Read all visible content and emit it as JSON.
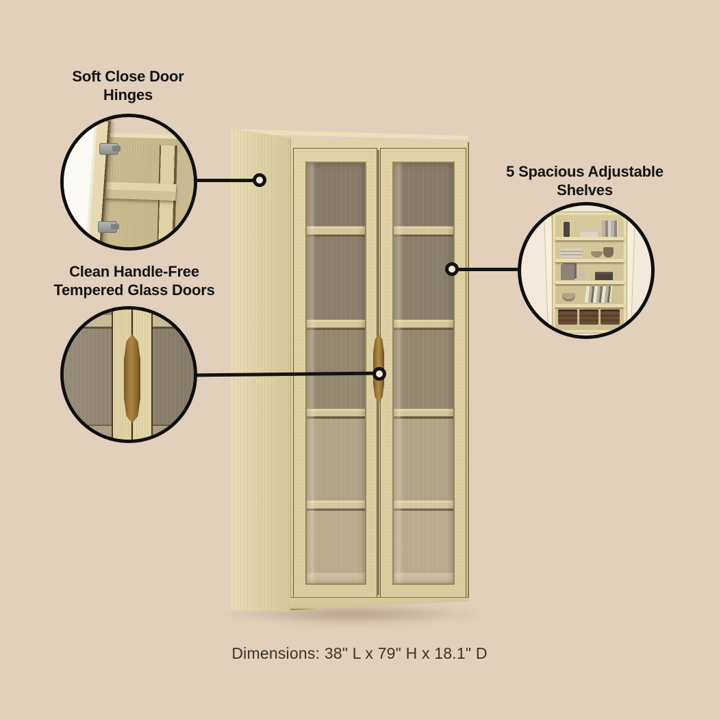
{
  "background_color": "#e1d0bb",
  "accent_color": "#141414",
  "product": {
    "name": "tall two-door glass display cabinet",
    "wood_color": "#ddd1a4",
    "glass_interior_color": "#877b6a",
    "shelf_count": 5
  },
  "features": [
    {
      "id": "soft-close-hinges",
      "line1": "Soft Close Door",
      "line2": "Hinges"
    },
    {
      "id": "handle-free-glass-doors",
      "line1": "Clean Handle-Free",
      "line2": "Tempered Glass Doors"
    },
    {
      "id": "adjustable-shelves",
      "line1": "5 Spacious Adjustable",
      "line2": "Shelves"
    }
  ],
  "dimensions_label": "Dimensions: 38\" L x 79\" H x 18.1\" D"
}
